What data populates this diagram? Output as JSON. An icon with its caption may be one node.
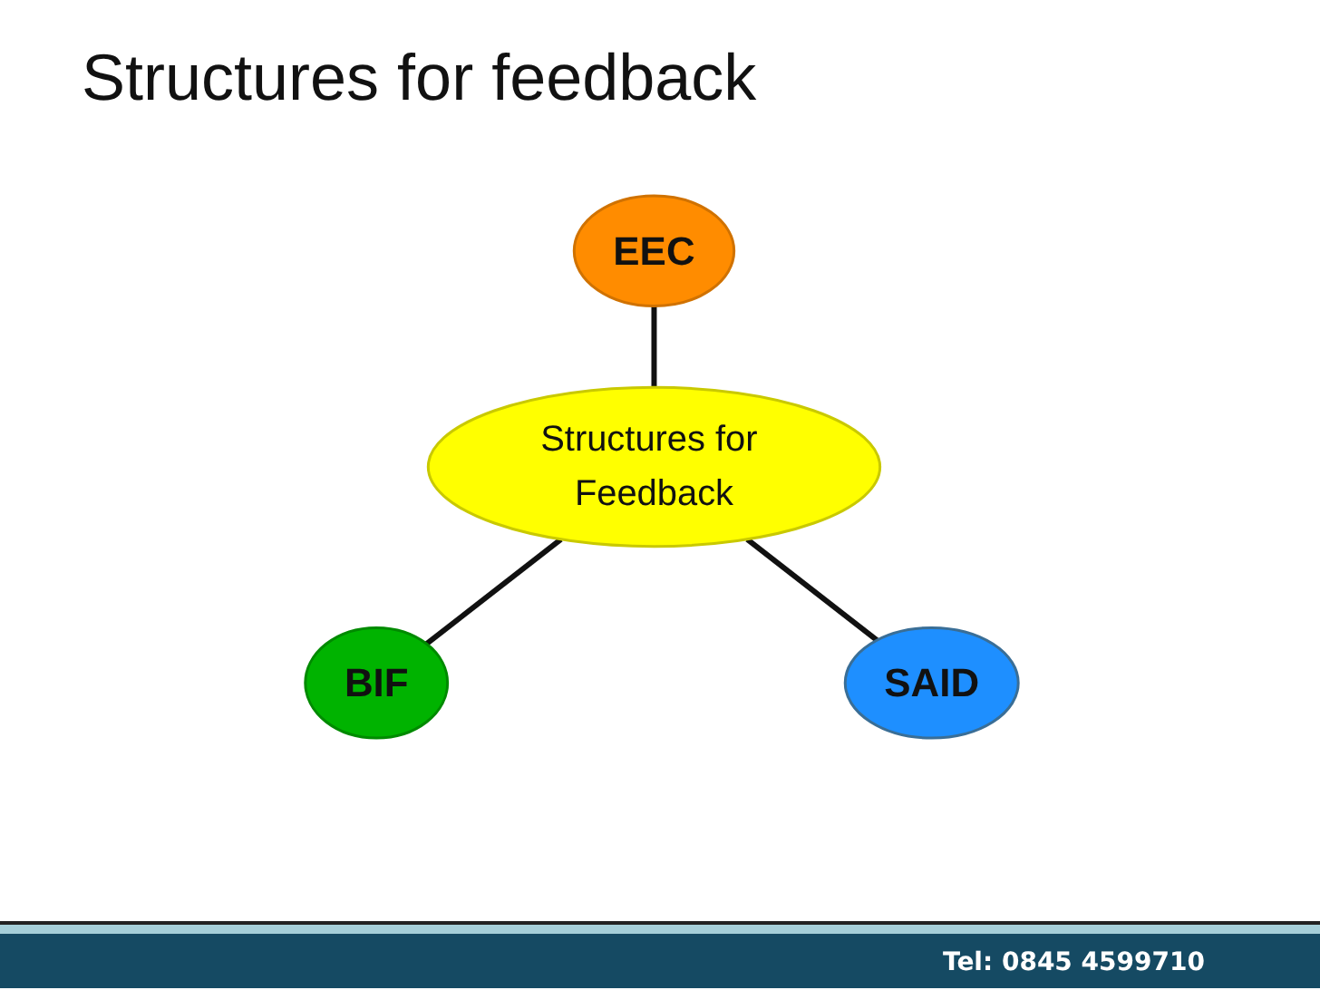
{
  "diagram": {
    "title": "Structures for feedback",
    "nodes": [
      {
        "text": [
          "EEC"
        ]
      },
      {
        "text": [
          "Structures for Feedback"
        ]
      },
      {
        "text": [
          "BIF"
        ]
      },
      {
        "text": [
          "SAID"
        ]
      }
    ],
    "edges": [
      {
        "from": 0,
        "to": 1,
        "arrow": "none"
      },
      {
        "from": 1,
        "to": 2,
        "arrow": "none"
      },
      {
        "from": 1,
        "to": 3,
        "arrow": "none"
      }
    ],
    "labels": [
      "Tel: 0845 4599710"
    ]
  }
}
